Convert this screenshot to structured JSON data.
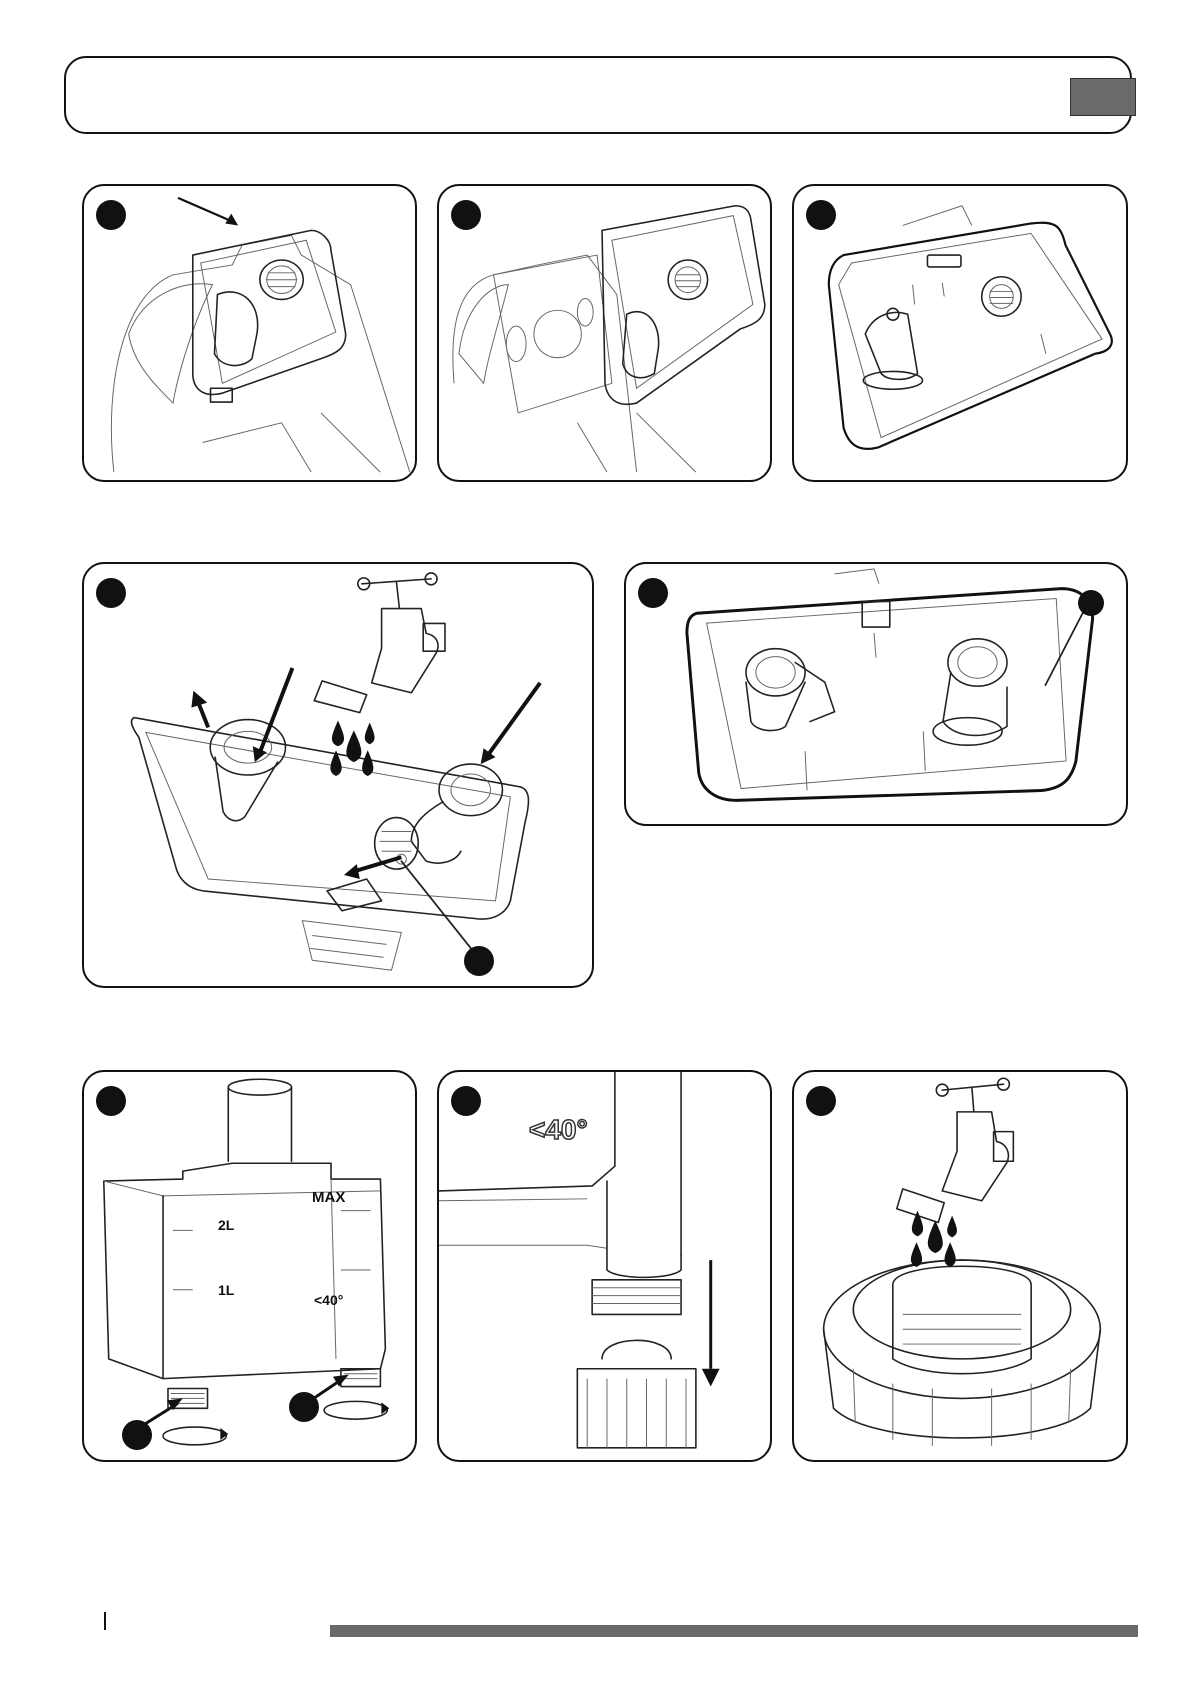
{
  "page": {
    "header_title": "",
    "colors": {
      "tab": "#6a6a6a",
      "rule": "#6a6a6a",
      "ink": "#111111"
    }
  },
  "panels": [
    {
      "id": "p1",
      "content": "unit with tank lid, arrow pointing at latch"
    },
    {
      "id": "p2",
      "content": "tank removed from unit"
    },
    {
      "id": "p3",
      "content": "removed tank"
    },
    {
      "id": "p4",
      "content": "rinsing tank under tap",
      "icons": [
        "tap-icon",
        "water-drops-icon"
      ]
    },
    {
      "id": "p5",
      "content": "tank with gasket callout"
    },
    {
      "id": "p6",
      "content": "clean water tank with caps",
      "labels": {
        "max": "MAX",
        "two_l": "2L",
        "one_l": "1L",
        "temp": "<40°"
      }
    },
    {
      "id": "p7",
      "content": "cap unscrewed",
      "labels": {
        "temp": "<40°"
      }
    },
    {
      "id": "p8",
      "content": "rinsing cap filter under tap",
      "icons": [
        "tap-icon",
        "water-drops-icon"
      ]
    }
  ]
}
